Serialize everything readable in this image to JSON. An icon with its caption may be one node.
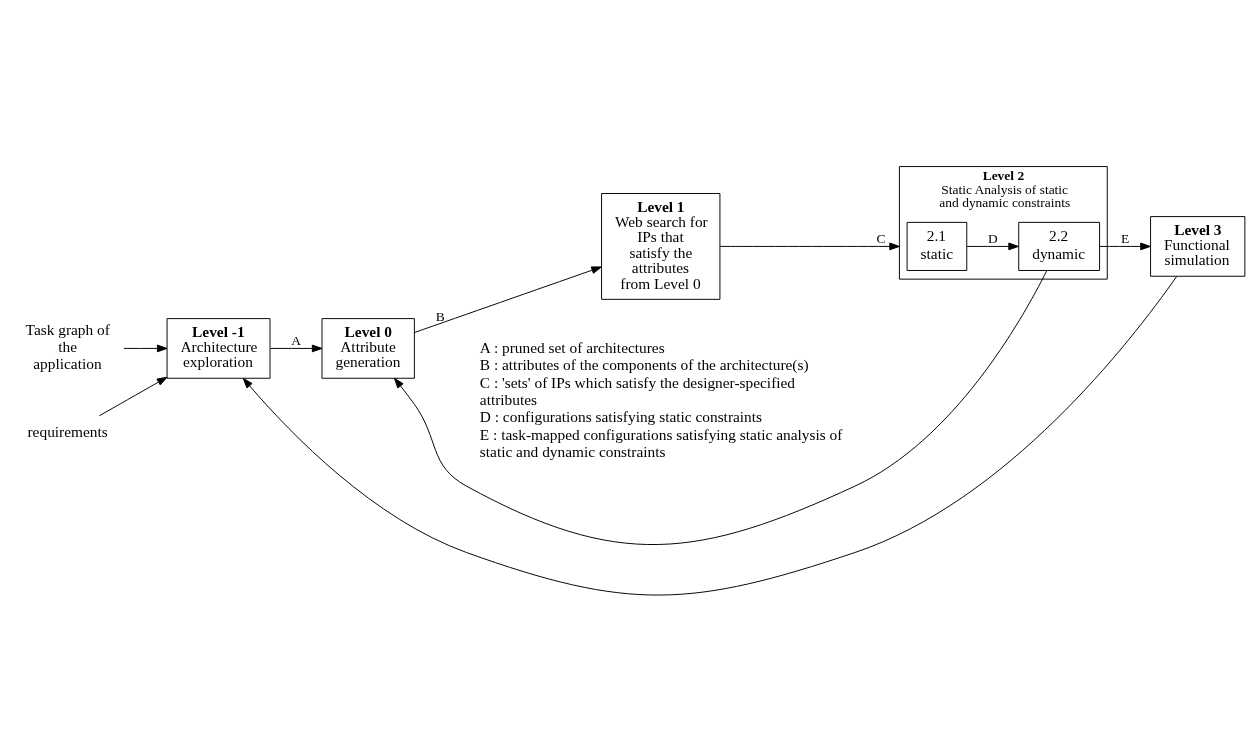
{
  "diagram": {
    "nodes": [
      {
        "text": [
          "Task graph of the application"
        ]
      },
      {
        "text": [
          "Level -1",
          "Architecture exploration"
        ]
      },
      {
        "text": [
          "requirements"
        ]
      },
      {
        "text": [
          "Level 0",
          "Attribute generation"
        ]
      },
      {
        "text": [
          "Level 1",
          "Web search for IPs that satisfy the attributes from Level 0"
        ]
      },
      {
        "text": [
          "Level 2",
          "Static Analysis of static and dynamic constraints"
        ]
      },
      {
        "text": [
          "2.1",
          "static"
        ],
        "in": 5
      },
      {
        "text": [
          "2.2",
          "dynamic"
        ],
        "in": 5
      },
      {
        "text": [
          "Level 3",
          "Functional simulation"
        ]
      }
    ],
    "edges": [
      {
        "from": 0,
        "to": 1,
        "arrow": "to"
      },
      {
        "from": 2,
        "to": 1,
        "arrow": "to"
      },
      {
        "from": 1,
        "to": 3,
        "arrow": "to",
        "label": "A"
      },
      {
        "from": 3,
        "to": 4,
        "arrow": "to",
        "label": "B"
      },
      {
        "from": 4,
        "to": 5,
        "arrow": "to",
        "label": "C"
      },
      {
        "from": 6,
        "to": 7,
        "arrow": "to",
        "label": "D"
      },
      {
        "from": 7,
        "to": 8,
        "arrow": "to",
        "label": "E"
      },
      {
        "from": 7,
        "to": 3,
        "arrow": "to"
      },
      {
        "from": 8,
        "to": 1,
        "arrow": "to"
      }
    ],
    "labels": [
      "A : pruned set of architectures",
      "B : attributes of the components of the architecture(s)",
      "C : 'sets' of IPs which satisfy the designer-specified attributes",
      "D : configurations satisfying static constraints",
      "E : task-mapped configurations satisfying static analysis of static and dynamic constraints"
    ]
  }
}
